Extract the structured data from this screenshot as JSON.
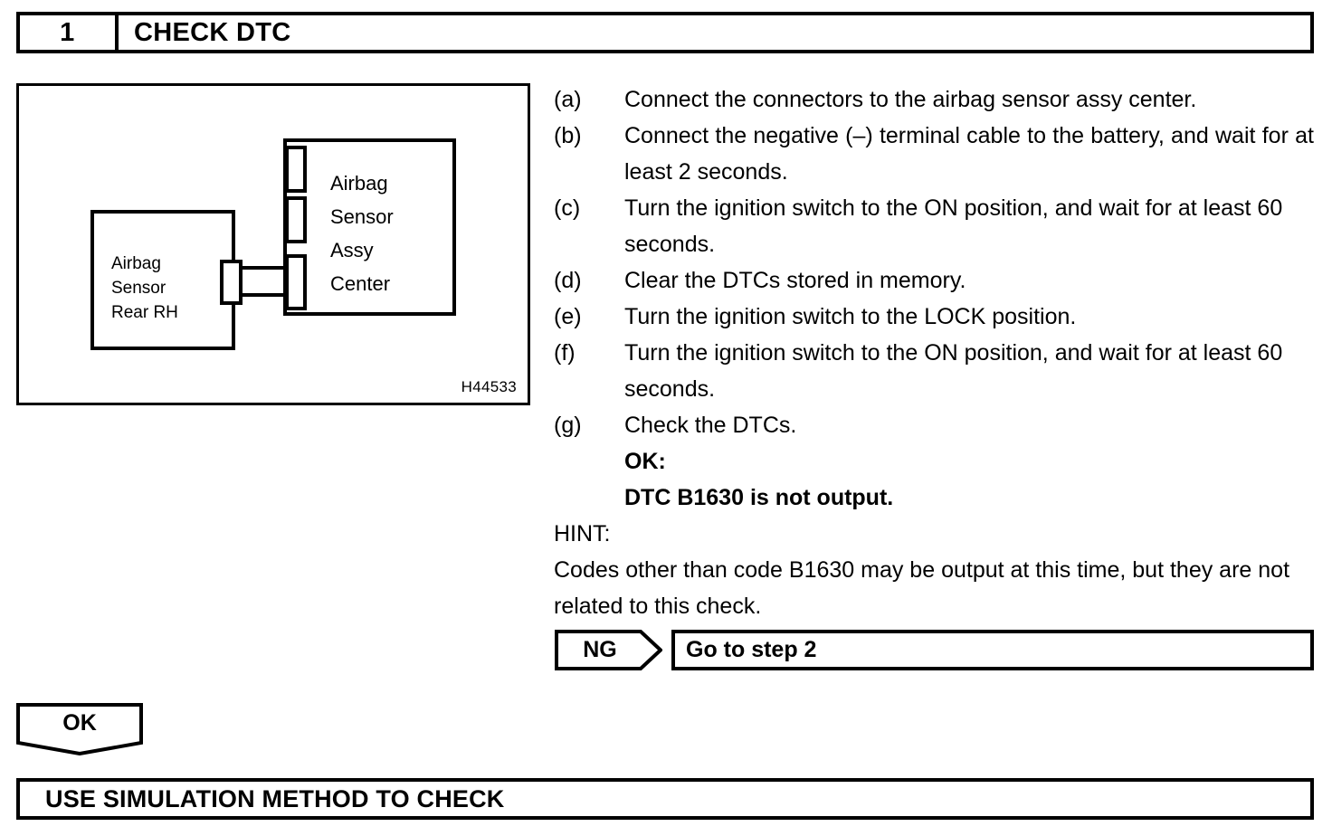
{
  "step_header": {
    "number": "1",
    "title": "CHECK DTC"
  },
  "figure": {
    "code": "H44533",
    "left_component": "Airbag\nSensor\nRear RH",
    "right_component": "Airbag\nSensor\nAssy\nCenter"
  },
  "procedure": {
    "steps": [
      {
        "letter": "(a)",
        "text": "Connect the connectors to the airbag sensor assy center."
      },
      {
        "letter": "(b)",
        "text": "Connect the negative (–) terminal cable to the battery, and wait for at least 2 seconds."
      },
      {
        "letter": "(c)",
        "text": "Turn the ignition switch to the ON position, and wait for at least 60 seconds."
      },
      {
        "letter": "(d)",
        "text": "Clear the DTCs stored in memory."
      },
      {
        "letter": "(e)",
        "text": "Turn the ignition switch to the LOCK position."
      },
      {
        "letter": "(f)",
        "text": "Turn the ignition switch to the ON position, and wait for at least 60 seconds."
      },
      {
        "letter": "(g)",
        "text": "Check the DTCs."
      }
    ],
    "ok_label": "OK:",
    "ok_condition": "DTC B1630 is not output.",
    "hint_label": "HINT:",
    "hint_text": "Codes other than code B1630 may be output at this time, but they are not related to this check."
  },
  "results": {
    "ng_tag": "NG",
    "ng_action": "Go to step 2",
    "ok_tag": "OK",
    "next_step_title": "USE SIMULATION METHOD TO CHECK"
  }
}
